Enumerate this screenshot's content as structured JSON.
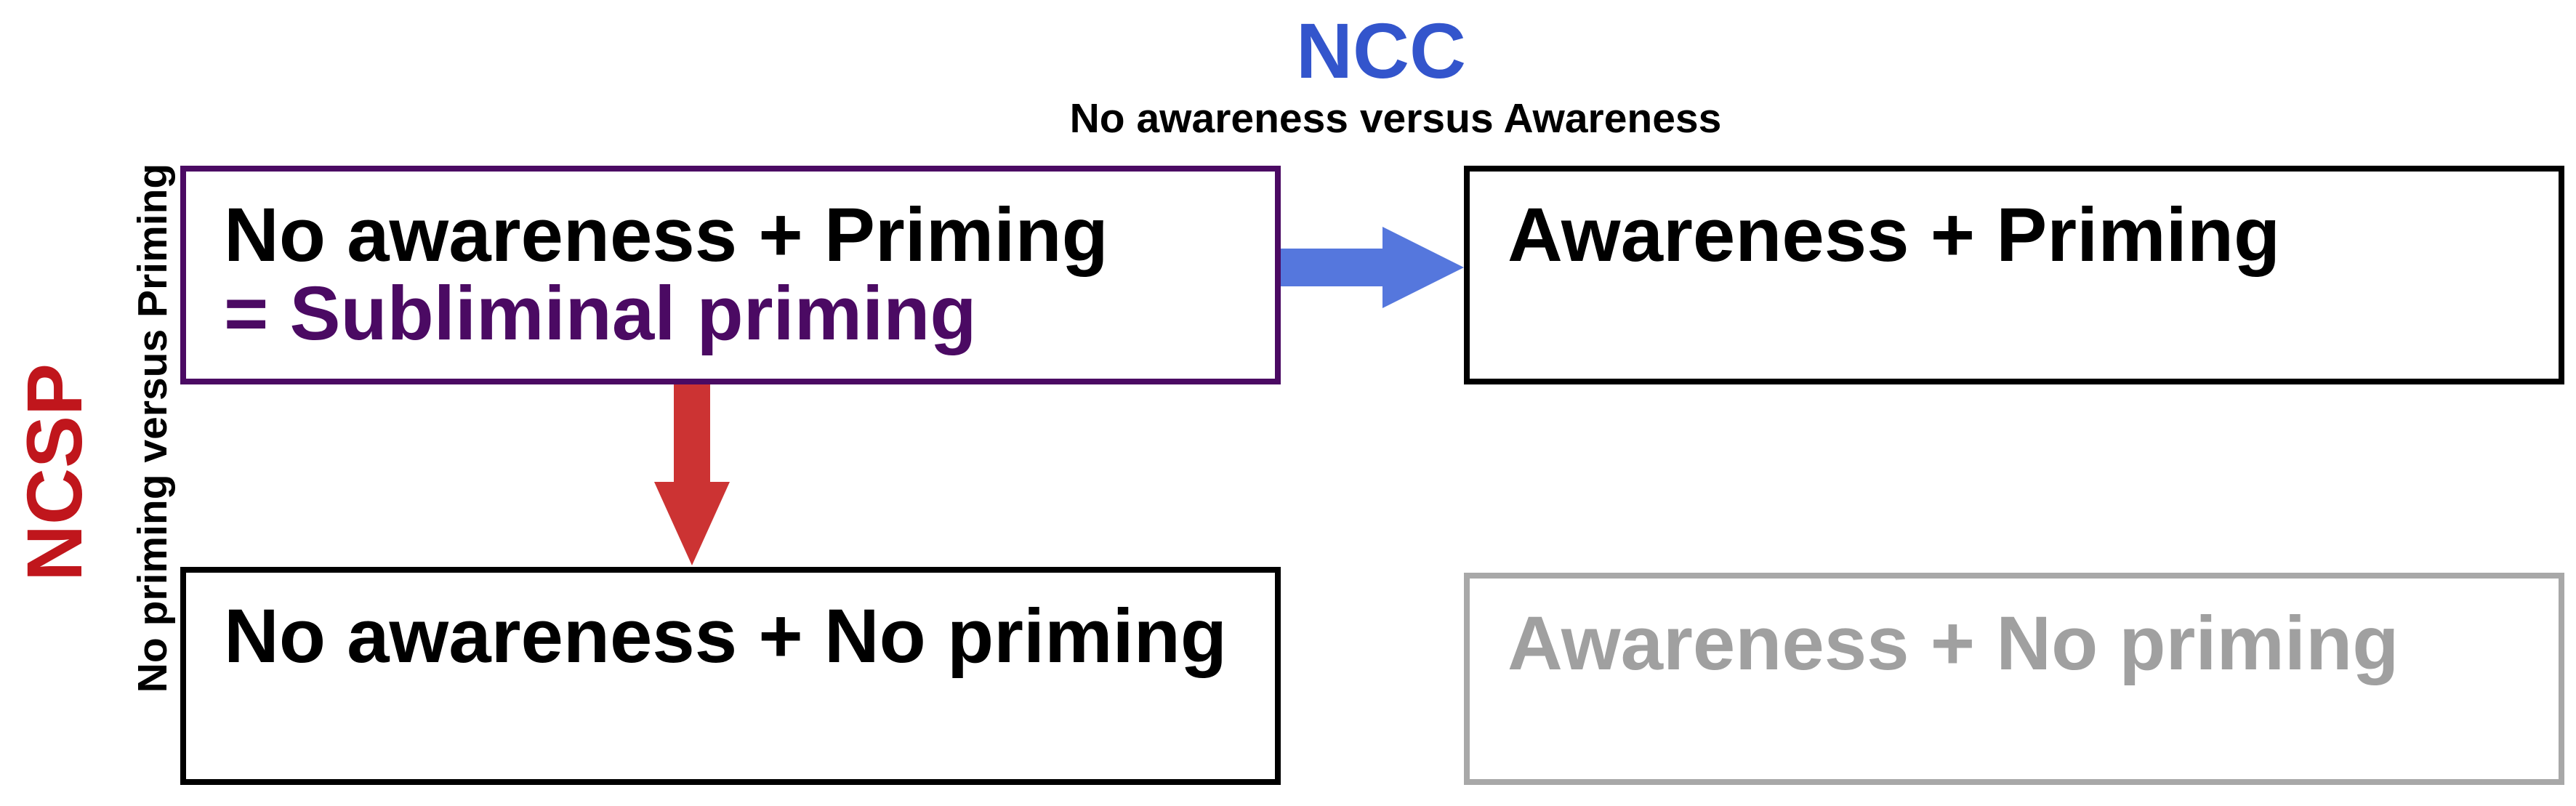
{
  "header": {
    "title": "NCC",
    "subtitle": "No awareness versus Awareness"
  },
  "side": {
    "title": "NCSP",
    "subtitle": "No priming versus Priming"
  },
  "boxes": {
    "top_left": {
      "line1": "No awareness + Priming",
      "line2": "= Subliminal priming"
    },
    "top_right": {
      "line1": "Awareness + Priming"
    },
    "bottom_left": {
      "line1": "No awareness + No priming"
    },
    "bottom_right": {
      "line1": "Awareness + No priming"
    }
  },
  "colors": {
    "ncc": "#3355cc",
    "ncc_arrow": "#5577dd",
    "ncsp": "#c0161c",
    "ncsp_arrow": "#cc3333",
    "subliminal": "#4b0a63",
    "faded": "#a0a0a0"
  }
}
